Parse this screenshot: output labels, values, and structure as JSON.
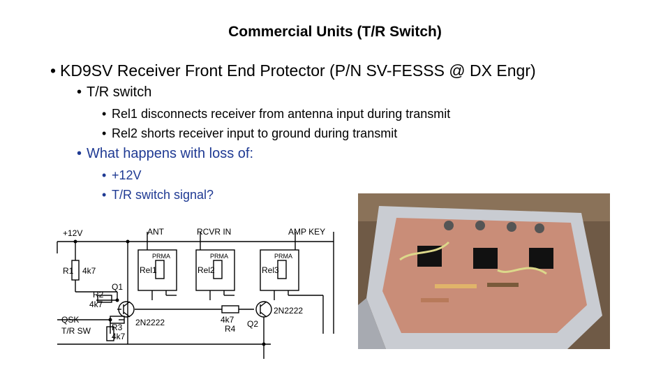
{
  "slide": {
    "title": "Commercial Units (T/R Switch)",
    "bullets": [
      {
        "text": "KD9SV Receiver Front End Protector (P/N SV-FESSS @ DX Engr)"
      },
      {
        "text": "T/R switch"
      },
      {
        "text": "Rel1 disconnects receiver from antenna input during transmit"
      },
      {
        "text": "Rel2 shorts receiver input to ground during transmit"
      },
      {
        "text": "What happens with loss of:"
      },
      {
        "text": "+12V"
      },
      {
        "text": "T/R switch signal?"
      }
    ],
    "bullet_char": "•"
  },
  "schematic": {
    "v12": "+12V",
    "ant": "ANT",
    "rcvr": "RCVR IN",
    "amp": "AMP KEY",
    "prma": "PRMA",
    "rel1": "Rel1",
    "rel2": "Rel2",
    "rel3": "Rel3",
    "r1": "R1",
    "r1v": "4k7",
    "r2": "R2",
    "r2v": "4k7",
    "r3": "R3",
    "r3v": "4k7",
    "r4": "R4",
    "r4v": "4k7",
    "q1": "Q1",
    "q1p": "2N2222",
    "q2": "Q2",
    "q2p": "2N2222",
    "qsk": "QSK",
    "trsw": "T/R SW"
  },
  "colors": {
    "title": "#000000",
    "highlight_bullet": "#1f3a93"
  }
}
